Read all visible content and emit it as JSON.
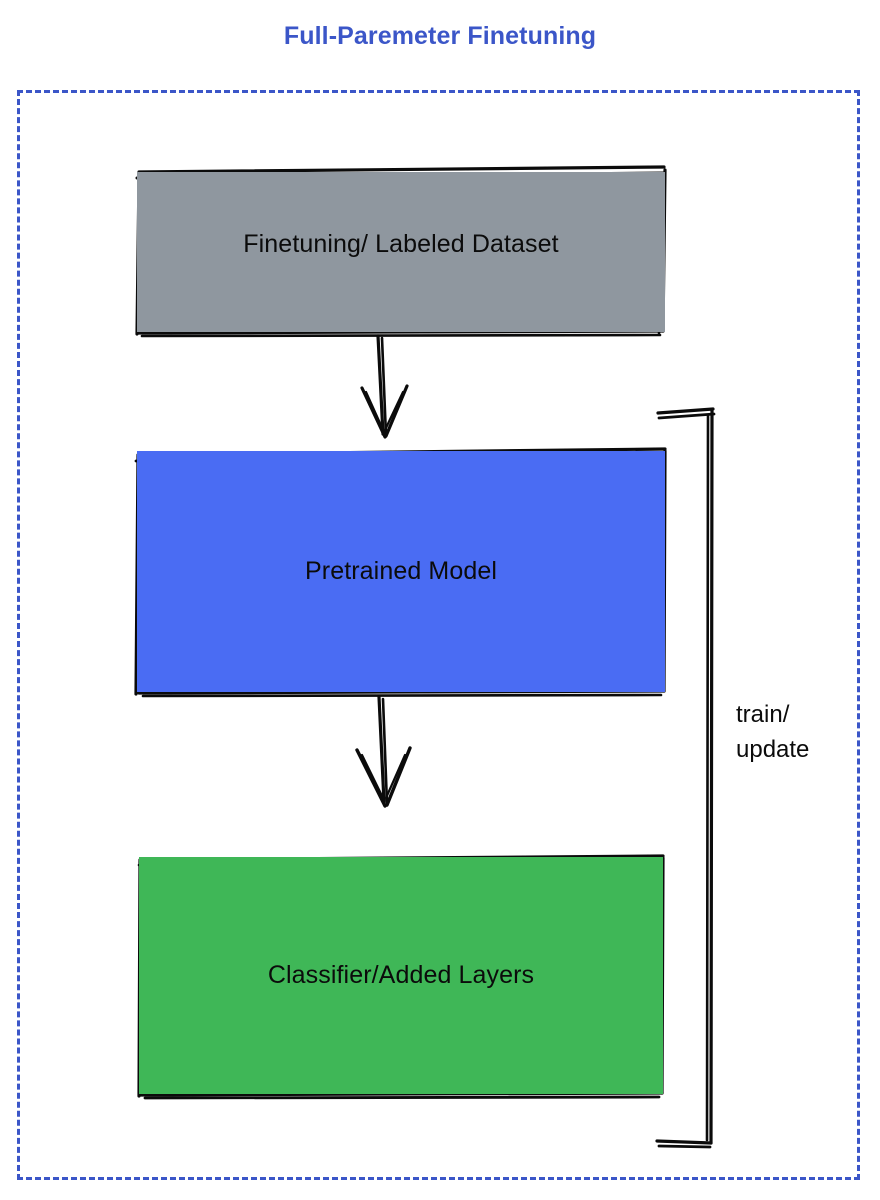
{
  "title": "Full-Paremeter Finetuning",
  "colors": {
    "title_blue": "#3b56c8",
    "frame_blue": "#3b56c8",
    "dataset_gray": "#8f979f",
    "pretrained_blue": "#4a6cf3",
    "classifier_green": "#3fb757",
    "stroke_black": "#0b0b0b",
    "background": "#ffffff"
  },
  "frame": {
    "name": "full-parameter-finetuning-group",
    "style": "dashed"
  },
  "nodes": [
    {
      "id": "dataset",
      "label": "Finetuning/ Labeled Dataset",
      "fill": "#8f979f"
    },
    {
      "id": "pretrained",
      "label": "Pretrained Model",
      "fill": "#4a6cf3"
    },
    {
      "id": "classifier",
      "label": "Classifier/Added Layers",
      "fill": "#3fb757"
    }
  ],
  "edges": [
    {
      "id": "dataset-to-pretrained",
      "from": "dataset",
      "to": "pretrained",
      "label": "",
      "arrow": "down"
    },
    {
      "id": "pretrained-to-classifier",
      "from": "pretrained",
      "to": "classifier",
      "label": "",
      "arrow": "down"
    },
    {
      "id": "classifier-to-pretrained-feedback",
      "from": "classifier",
      "to": "pretrained",
      "label_line1": "train/",
      "label_line2": "update",
      "arrow": "none"
    }
  ],
  "edge_label": {
    "line1": "train/",
    "line2": "update"
  }
}
